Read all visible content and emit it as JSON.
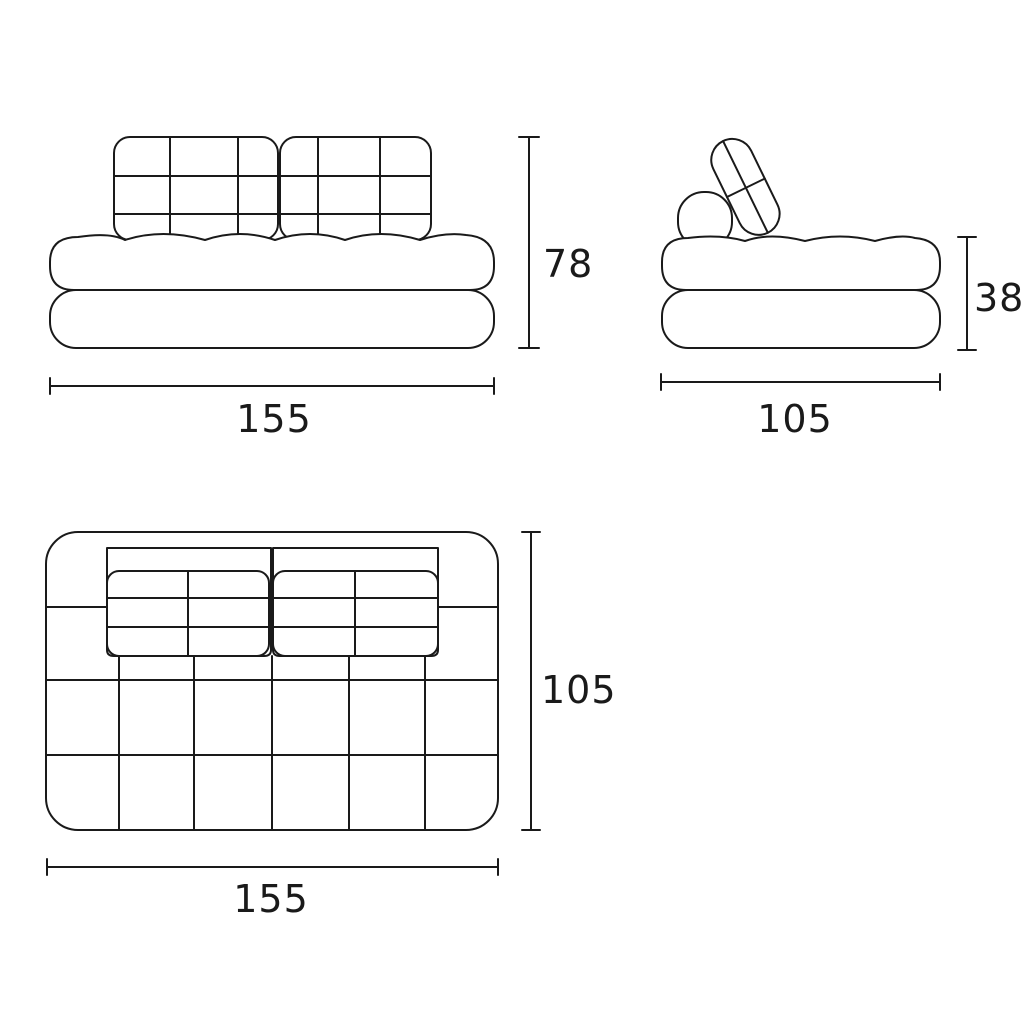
{
  "front_view": {
    "width_label": "155",
    "height_label": "78"
  },
  "side_view": {
    "depth_label": "105",
    "height_label": "38"
  },
  "top_view": {
    "width_label": "155",
    "depth_label": "105"
  }
}
